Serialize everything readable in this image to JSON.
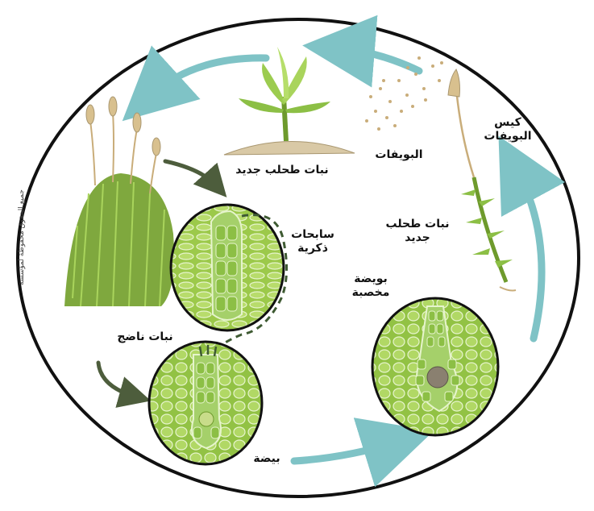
{
  "labels": {
    "new_moss_plant_top": "نبات طحلب جديد",
    "spores": "البويفات",
    "spore_capsule": "كيس\nالبويفات",
    "new_moss_plant_right": "نبات طحلب\nجديد",
    "male_gametes": "سابحات\nذكرية",
    "fertilized_egg": "بويضة\nمخصبة",
    "mature_plant": "نبات ناضج",
    "egg": "بيضة"
  },
  "side_note": "جميع الحقوق محفوظة لمؤسسة",
  "colors": {
    "cycle_arrow": "#7fc3c6",
    "dark_arrow": "#4d5d3c",
    "cell_fill": "#9cc94a",
    "cell_line": "#d8ecb5",
    "moss_green": "#7fa83e",
    "ellipse_stroke": "#111111",
    "zygote": "#8a8070"
  }
}
